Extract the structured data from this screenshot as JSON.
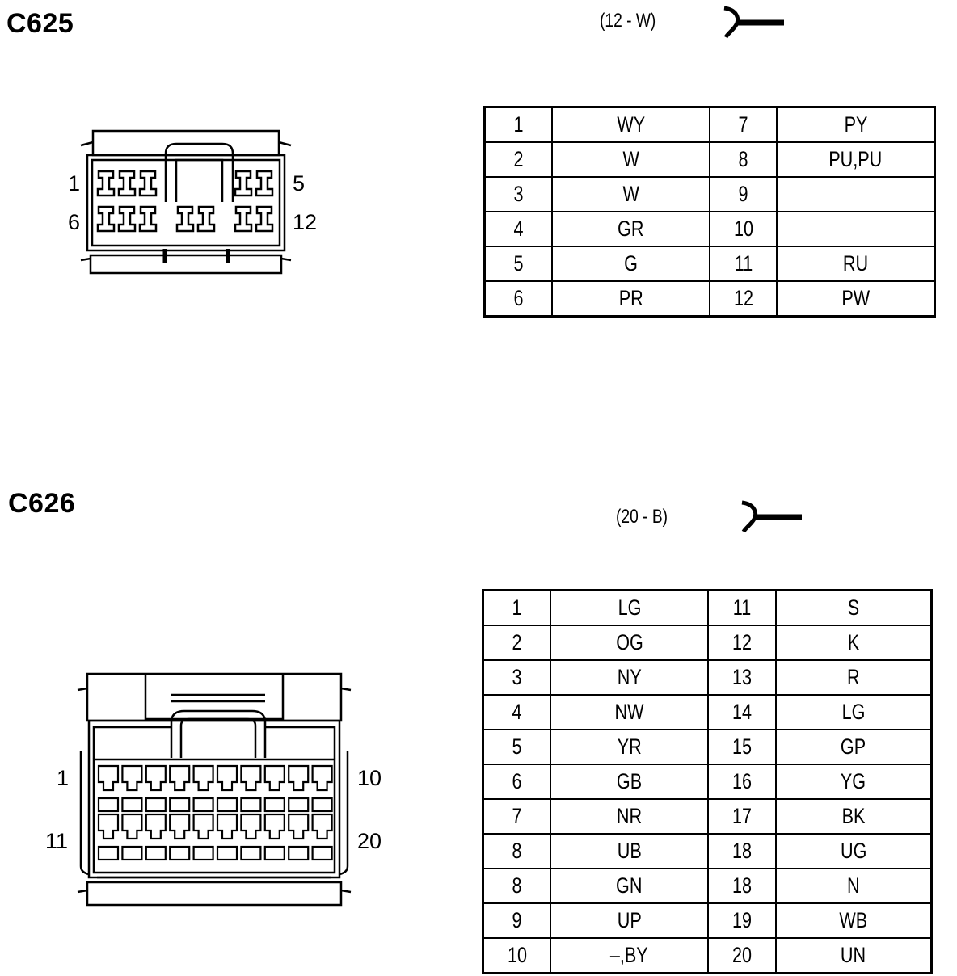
{
  "connectors": [
    {
      "id": "C625",
      "spec": "(12 - W)",
      "end_labels": [
        "1",
        "5",
        "6",
        "12"
      ],
      "rows": [
        {
          "pin_a": "1",
          "wire_a": "WY",
          "pin_b": "7",
          "wire_b": "PY"
        },
        {
          "pin_a": "2",
          "wire_a": "W",
          "pin_b": "8",
          "wire_b": "PU,PU"
        },
        {
          "pin_a": "3",
          "wire_a": "W",
          "pin_b": "9",
          "wire_b": ""
        },
        {
          "pin_a": "4",
          "wire_a": "GR",
          "pin_b": "10",
          "wire_b": ""
        },
        {
          "pin_a": "5",
          "wire_a": "G",
          "pin_b": "11",
          "wire_b": "RU"
        },
        {
          "pin_a": "6",
          "wire_a": "PR",
          "pin_b": "12",
          "wire_b": "PW"
        }
      ]
    },
    {
      "id": "C626",
      "spec": "(20 - B)",
      "end_labels": [
        "1",
        "10",
        "11",
        "20"
      ],
      "rows": [
        {
          "pin_a": "1",
          "wire_a": "LG",
          "pin_b": "11",
          "wire_b": "S"
        },
        {
          "pin_a": "2",
          "wire_a": "OG",
          "pin_b": "12",
          "wire_b": "K"
        },
        {
          "pin_a": "3",
          "wire_a": "NY",
          "pin_b": "13",
          "wire_b": "R"
        },
        {
          "pin_a": "4",
          "wire_a": "NW",
          "pin_b": "14",
          "wire_b": "LG"
        },
        {
          "pin_a": "5",
          "wire_a": "YR",
          "pin_b": "15",
          "wire_b": "GP"
        },
        {
          "pin_a": "6",
          "wire_a": "GB",
          "pin_b": "16",
          "wire_b": "YG"
        },
        {
          "pin_a": "7",
          "wire_a": "NR",
          "pin_b": "17",
          "wire_b": "BK"
        },
        {
          "pin_a": "8",
          "wire_a": "UB",
          "pin_b": "18",
          "wire_b": "UG"
        },
        {
          "pin_a": "8",
          "wire_a": "GN",
          "pin_b": "18",
          "wire_b": "N"
        },
        {
          "pin_a": "9",
          "wire_a": "UP",
          "pin_b": "19",
          "wire_b": "WB"
        },
        {
          "pin_a": "10",
          "wire_a": "–,BY",
          "pin_b": "20",
          "wire_b": "UN"
        }
      ]
    }
  ]
}
